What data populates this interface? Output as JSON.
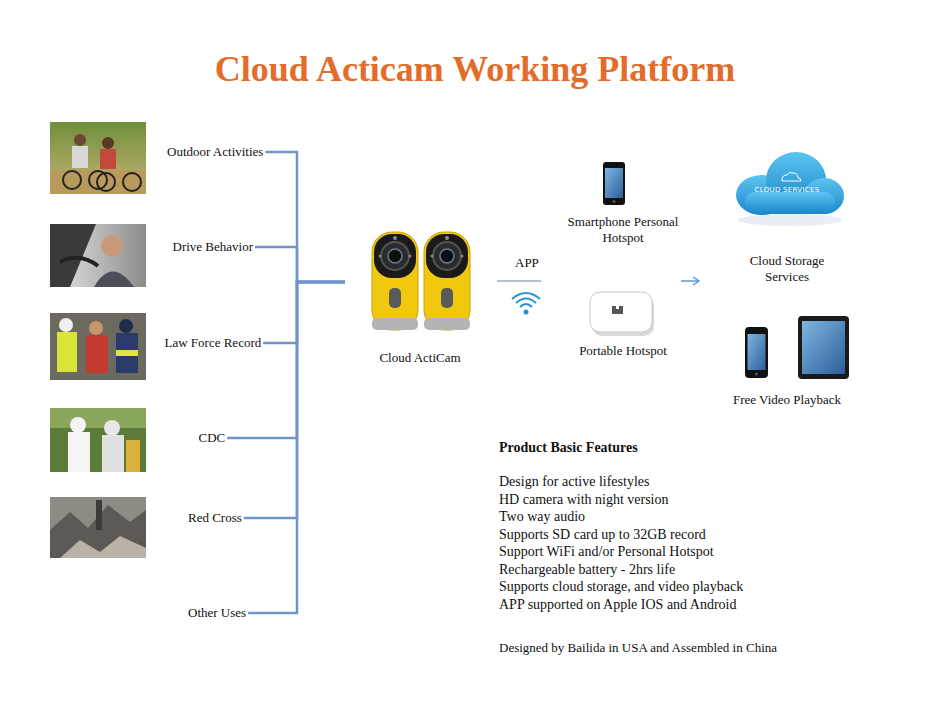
{
  "diagram": {
    "title": "Cloud Acticam Working Platform",
    "nodes": [
      {
        "text": [
          "Outdoor Activities"
        ]
      },
      {
        "text": [
          "Drive Behavior"
        ]
      },
      {
        "text": [
          "Law Force Record"
        ]
      },
      {
        "text": [
          "CDC"
        ]
      },
      {
        "text": [
          "Red Cross"
        ]
      },
      {
        "text": [
          "Other Uses"
        ]
      },
      {
        "text": [
          "Cloud ActiCam"
        ]
      },
      {
        "text": [
          "Smartphone Personal Hotspot"
        ]
      },
      {
        "text": [
          "Portable Hotspot"
        ]
      },
      {
        "text": [
          "CLOUD SERVICES",
          "Cloud Storage Services"
        ]
      },
      {
        "text": [
          "Free Video Playback"
        ]
      }
    ],
    "edges": [
      {
        "from": 0,
        "to": 6,
        "arrow": "none"
      },
      {
        "from": 1,
        "to": 6,
        "arrow": "none"
      },
      {
        "from": 2,
        "to": 6,
        "arrow": "none"
      },
      {
        "from": 3,
        "to": 6,
        "arrow": "none"
      },
      {
        "from": 4,
        "to": 6,
        "arrow": "none"
      },
      {
        "from": 5,
        "to": 6,
        "arrow": "none"
      }
    ],
    "labels": [
      "APP",
      "Product Basic Features",
      "Design for active lifestyles",
      "HD camera with night version",
      "Two way audio",
      "Supports SD card up to 32GB record",
      "Support WiFi and/or Personal Hotspot",
      "Rechargeable battery - 2hrs life",
      "Supports cloud storage, and video playback",
      "APP supported on Apple IOS and Android",
      "Designed by Bailida in USA and Assembled in China"
    ]
  }
}
